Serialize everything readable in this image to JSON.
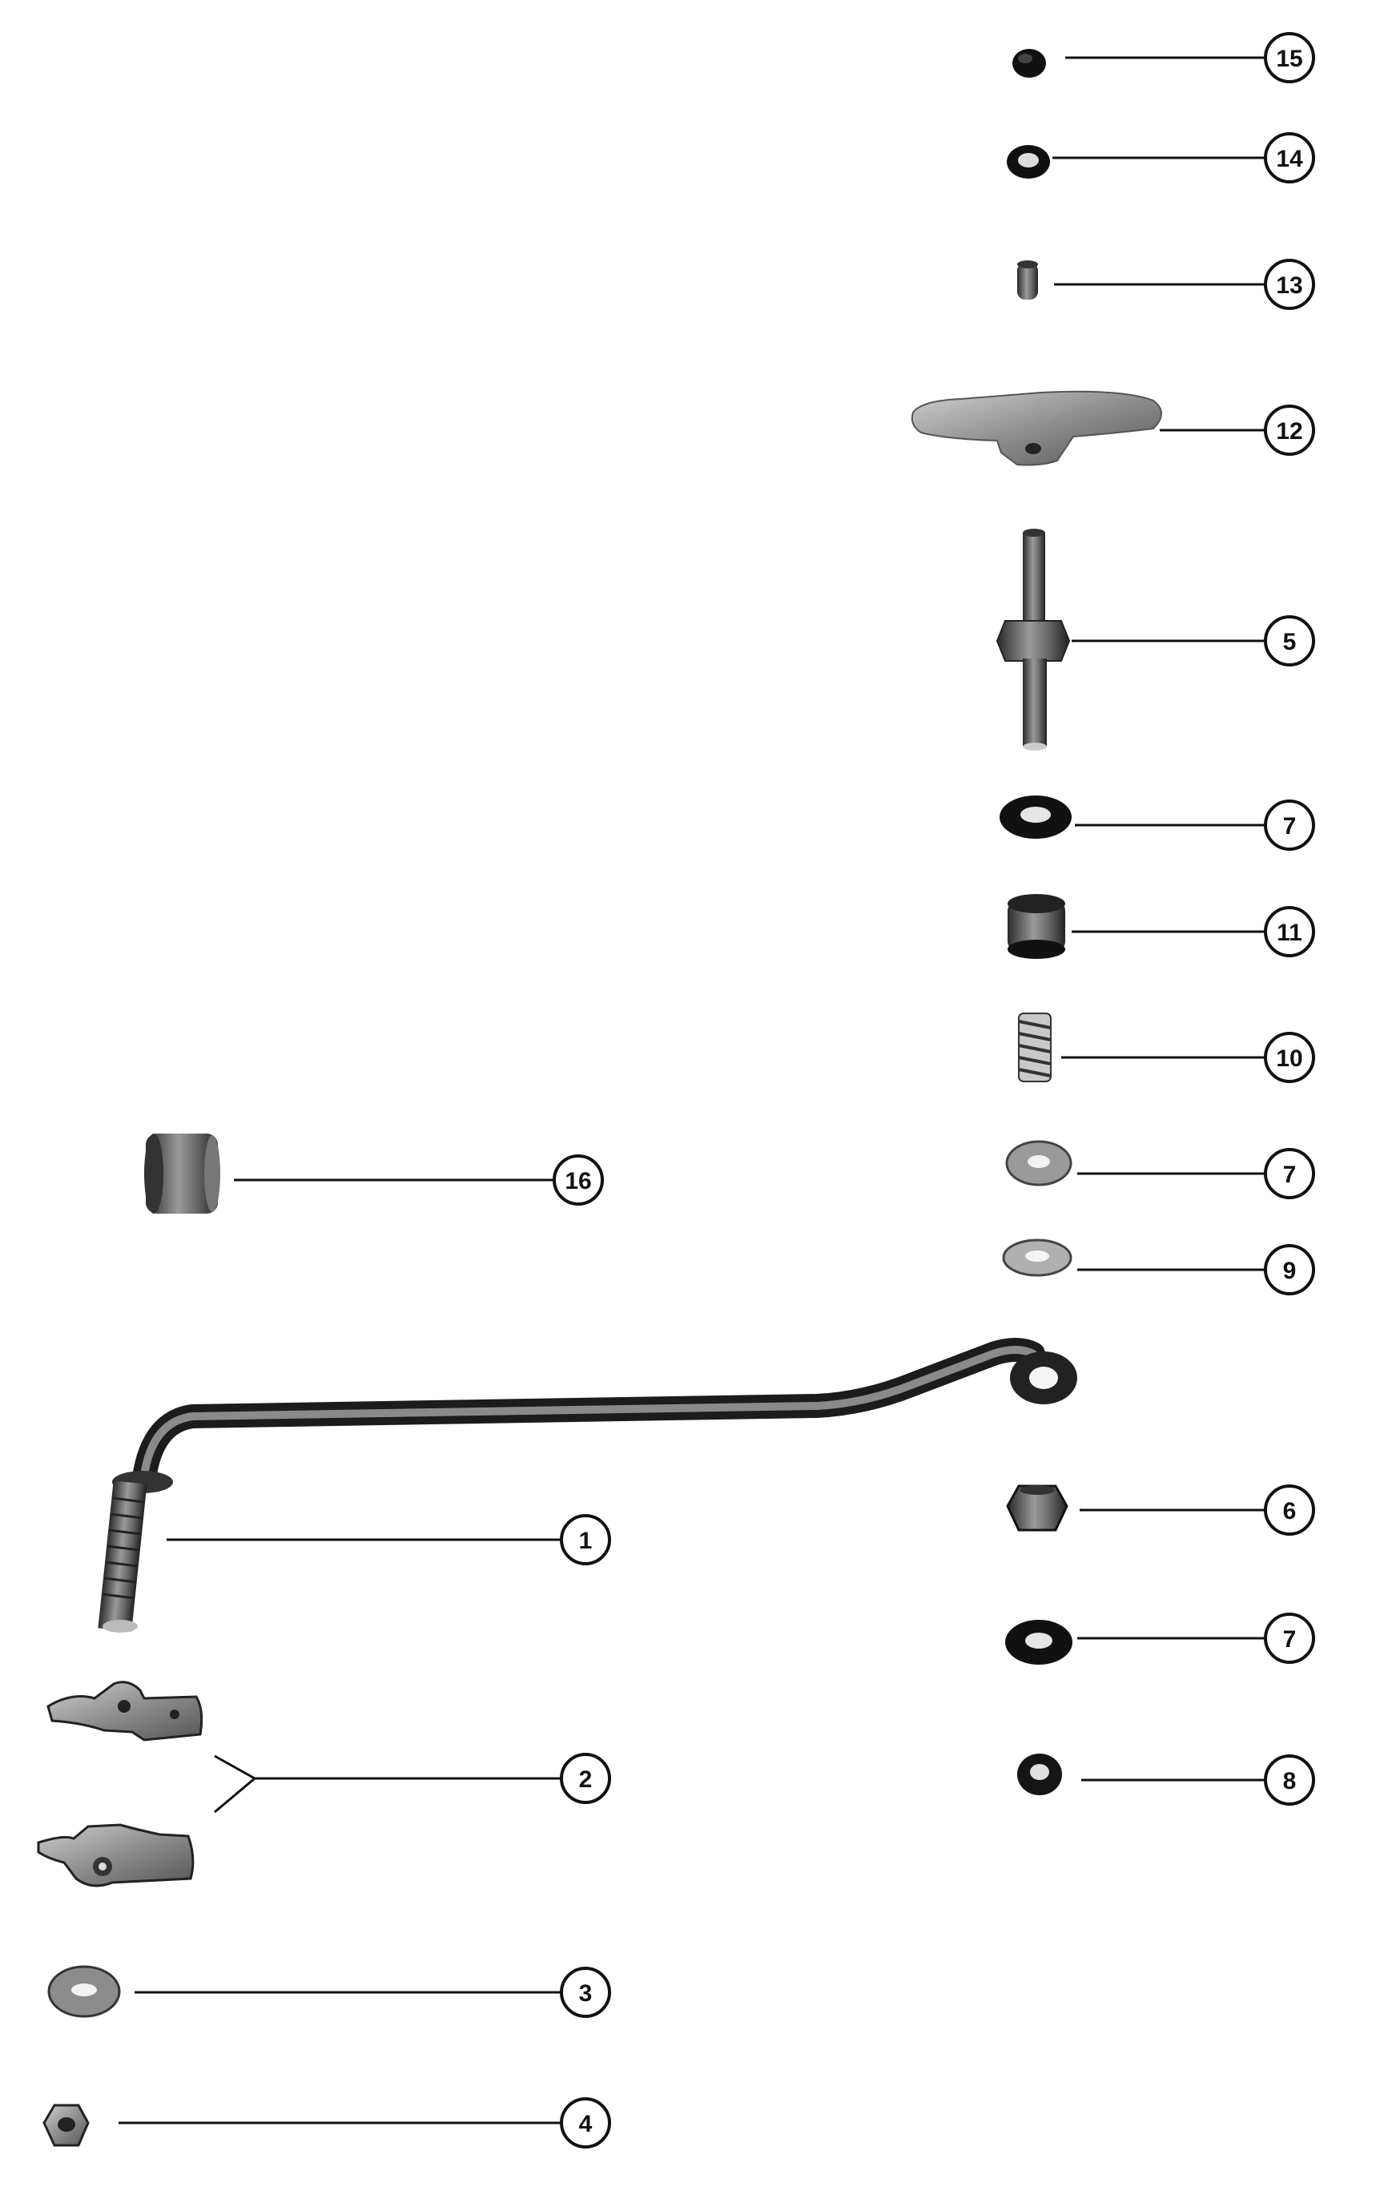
{
  "diagram": {
    "callouts": [
      {
        "id": "c15",
        "label": "15"
      },
      {
        "id": "c14",
        "label": "14"
      },
      {
        "id": "c13",
        "label": "13"
      },
      {
        "id": "c12",
        "label": "12"
      },
      {
        "id": "c5",
        "label": "5"
      },
      {
        "id": "c7a",
        "label": "7"
      },
      {
        "id": "c11",
        "label": "11"
      },
      {
        "id": "c10",
        "label": "10"
      },
      {
        "id": "c7b",
        "label": "7"
      },
      {
        "id": "c9",
        "label": "9"
      },
      {
        "id": "c16",
        "label": "16"
      },
      {
        "id": "c6",
        "label": "6"
      },
      {
        "id": "c7c",
        "label": "7"
      },
      {
        "id": "c8",
        "label": "8"
      },
      {
        "id": "c1",
        "label": "1"
      },
      {
        "id": "c2",
        "label": "2"
      },
      {
        "id": "c3",
        "label": "3"
      },
      {
        "id": "c4",
        "label": "4"
      }
    ]
  }
}
